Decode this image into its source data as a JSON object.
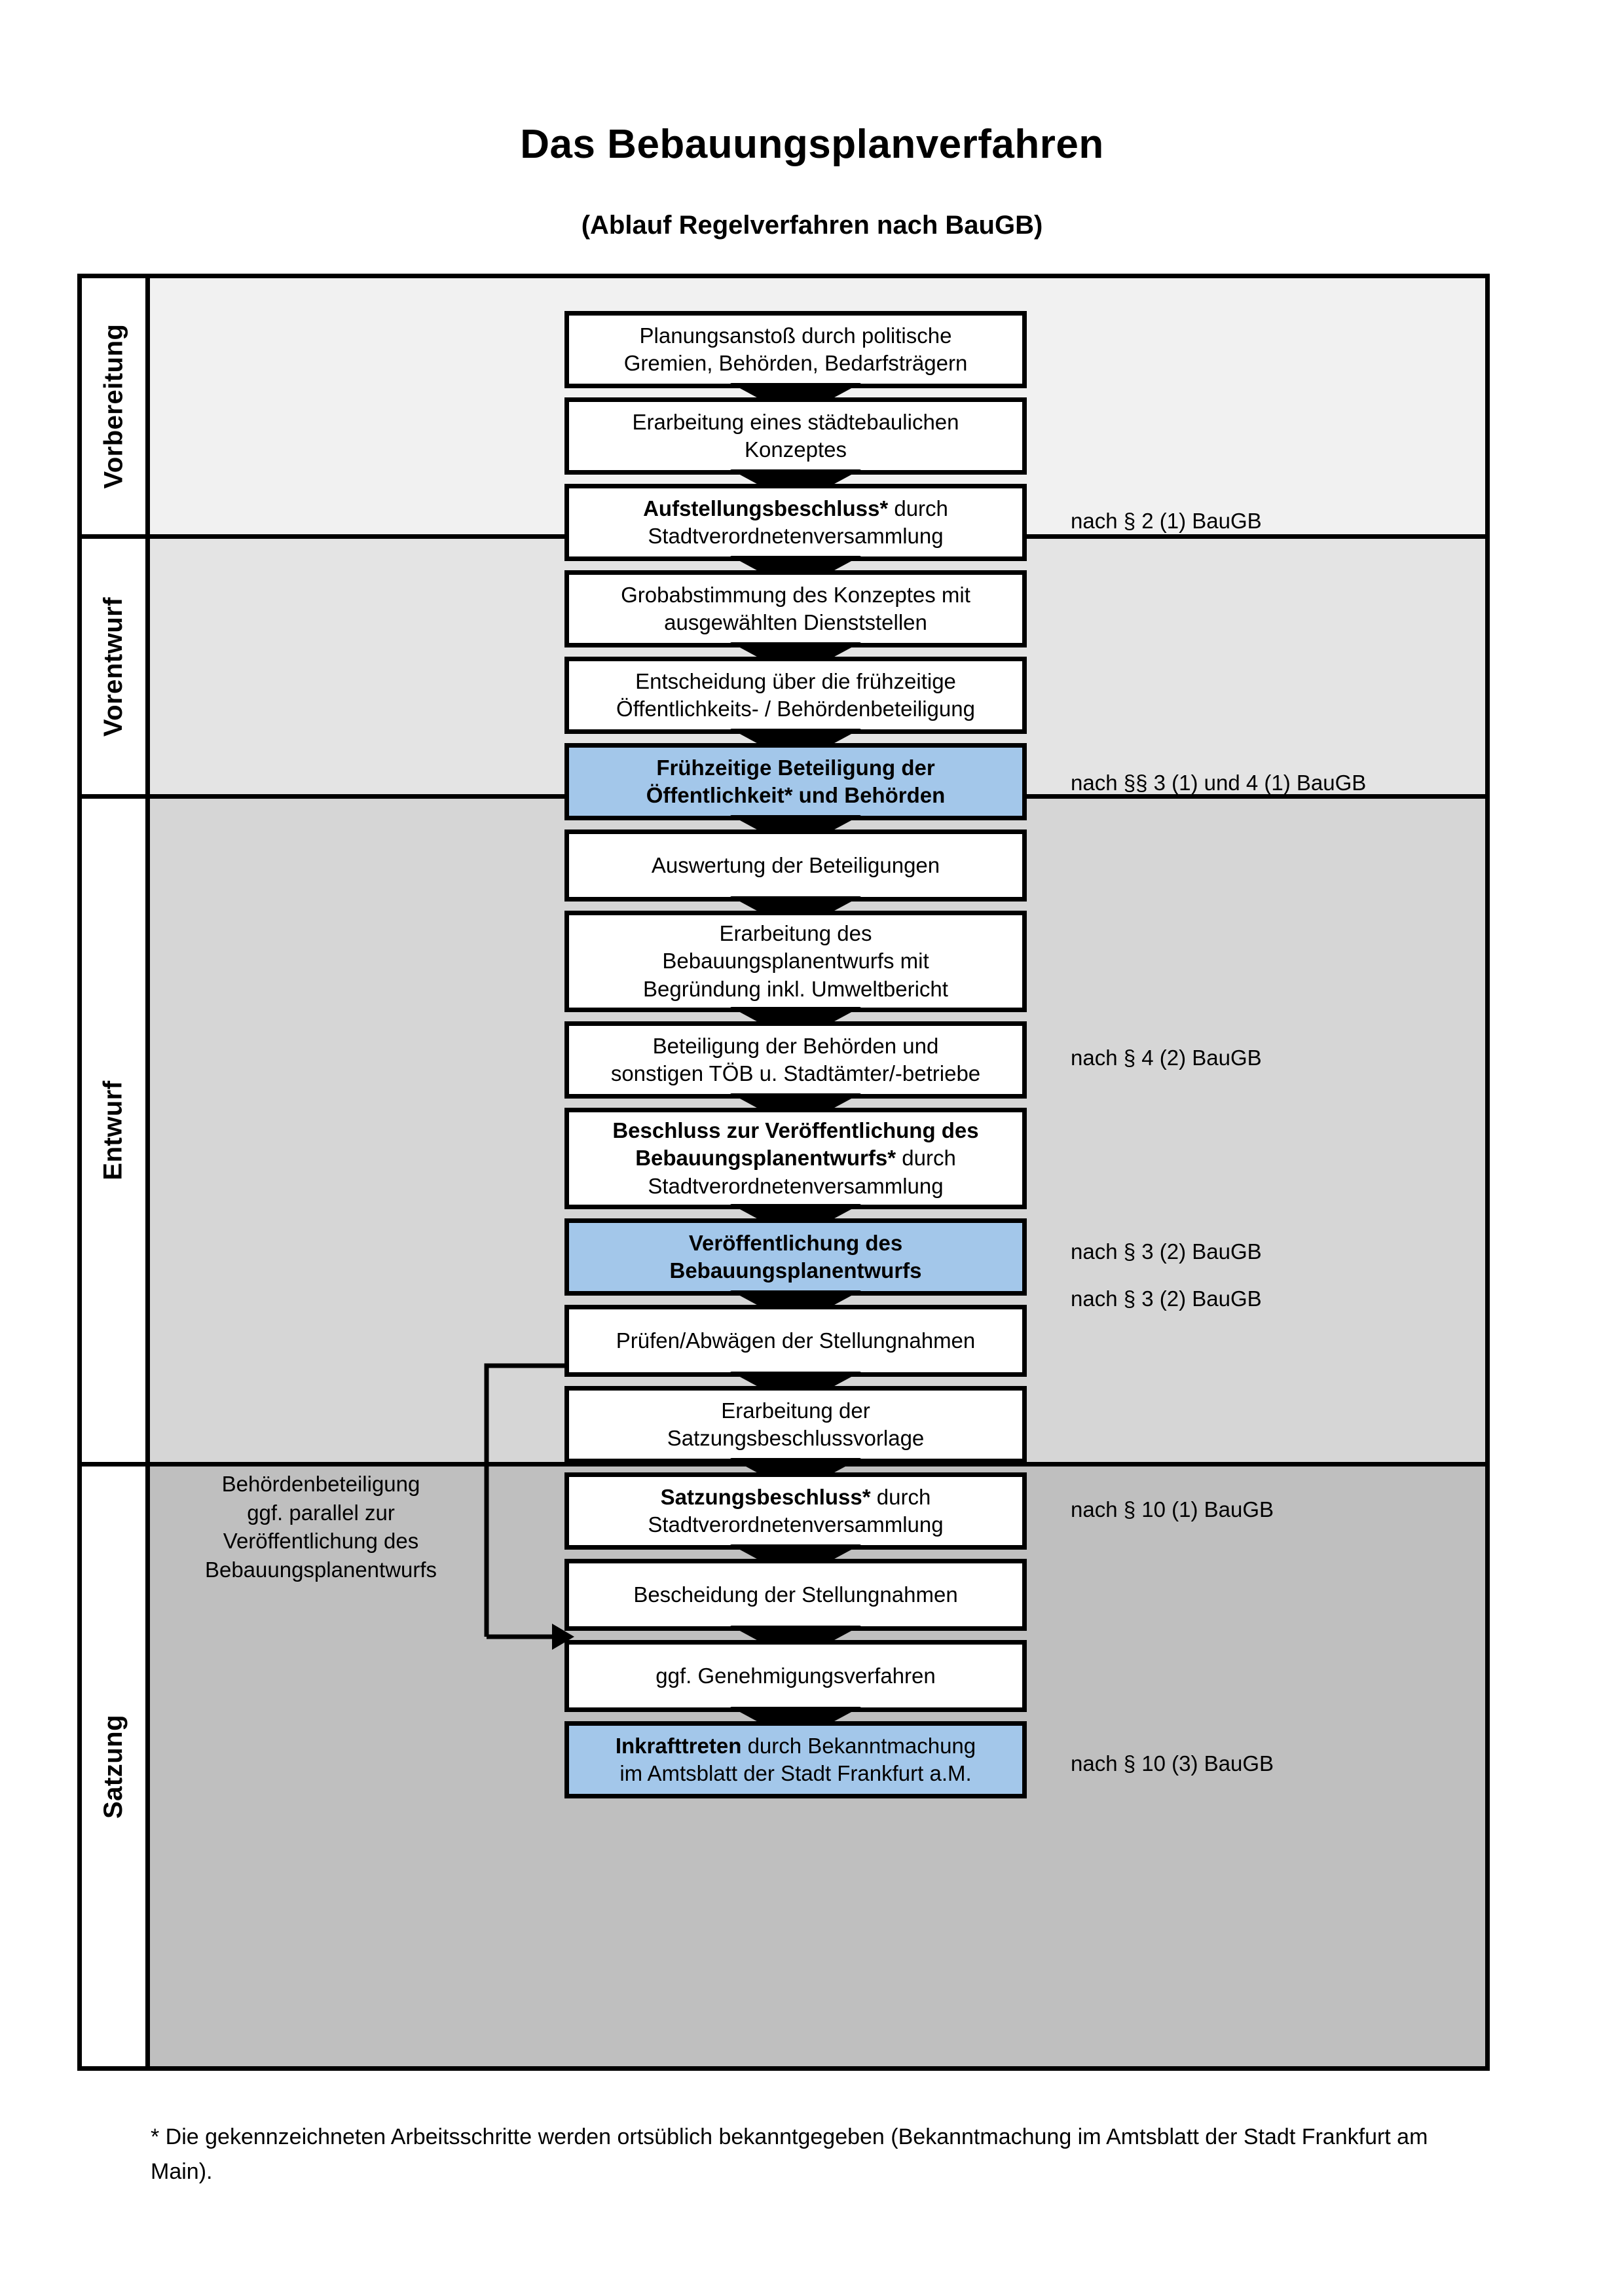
{
  "header": {
    "title": "Das Bebauungsplanverfahren",
    "subtitle": "(Ablauf Regelverfahren nach BauGB)"
  },
  "colors": {
    "highlight_blue": "#A3C7EA",
    "band_vorbereitung": "#F1F1F1",
    "band_vorentwurf": "#E4E4E4",
    "band_entwurf": "#D6D6D6",
    "band_satzung": "#BFBFBF",
    "border": "#000000"
  },
  "bands": [
    {
      "label": "Vorbereitung"
    },
    {
      "label": "Vorentwurf"
    },
    {
      "label": "Entwurf"
    },
    {
      "label": "Satzung"
    }
  ],
  "steps": [
    {
      "id": "planungsanstoss",
      "line1": "Planungsanstoß durch politische",
      "line2": "Gremien, Behörden, Bedarfsträgern",
      "bold": "",
      "rest": "",
      "highlight": false
    },
    {
      "id": "staedtebauliches-konzept",
      "line1": "Erarbeitung eines städtebaulichen",
      "line2": "Konzeptes",
      "bold": "",
      "rest": "",
      "highlight": false
    },
    {
      "id": "aufstellungsbeschluss",
      "line1": "",
      "line2": "Stadtverordnetenversammlung",
      "bold": "Aufstellungsbeschluss*",
      "rest": " durch",
      "highlight": false
    },
    {
      "id": "grobabstimmung",
      "line1": "Grobabstimmung des Konzeptes mit",
      "line2": "ausgewählten Dienststellen",
      "bold": "",
      "rest": "",
      "highlight": false
    },
    {
      "id": "entscheidung-fruehzeitige",
      "line1": "Entscheidung über die frühzeitige",
      "line2": "Öffentlichkeits- / Behördenbeteiligung",
      "bold": "",
      "rest": "",
      "highlight": false
    },
    {
      "id": "fruehzeitige-beteiligung",
      "line1": "Frühzeitige Beteiligung der",
      "line2": "Öffentlichkeit* und Behörden",
      "bold": "",
      "rest": "",
      "highlight": true
    },
    {
      "id": "auswertung-beteiligungen",
      "line1": "Auswertung der Beteiligungen",
      "line2": "",
      "bold": "",
      "rest": "",
      "highlight": false
    },
    {
      "id": "erarbeitung-bplan-entwurf",
      "line1": "Erarbeitung des",
      "line2": "Bebauungsplanentwurfs mit",
      "line3": "Begründung inkl. Umweltbericht",
      "bold": "",
      "rest": "",
      "highlight": false
    },
    {
      "id": "beteiligung-behoerden-toeb",
      "line1": "Beteiligung der Behörden und",
      "line2": "sonstigen TÖB u. Stadtämter/-betriebe",
      "bold": "",
      "rest": "",
      "highlight": false
    },
    {
      "id": "beschluss-veroeffentlichung",
      "line1": "",
      "line2": "Stadtverordnetenversammlung",
      "bold": "Beschluss zur Veröffentlichung des Bebauungsplanentwurfs*",
      "rest": " durch",
      "highlight": false
    },
    {
      "id": "veroeffentlichung-bplan-entwurf",
      "line1": "Veröffentlichung des",
      "line2": "Bebauungsplanentwurfs",
      "bold": "",
      "rest": "",
      "highlight": true
    },
    {
      "id": "pruefen-abwaegen",
      "line1": "Prüfen/Abwägen der Stellungnahmen",
      "line2": "",
      "bold": "",
      "rest": "",
      "highlight": false
    },
    {
      "id": "erarbeitung-satzungsvorlage",
      "line1": "Erarbeitung der",
      "line2": "Satzungsbeschlussvorlage",
      "bold": "",
      "rest": "",
      "highlight": false
    },
    {
      "id": "satzungsbeschluss",
      "line1": "",
      "line2": "Stadtverordnetenversammlung",
      "bold": "Satzungsbeschluss*",
      "rest": " durch",
      "highlight": false
    },
    {
      "id": "bescheidung-stellungnahmen",
      "line1": "Bescheidung der Stellungnahmen",
      "line2": "",
      "bold": "",
      "rest": "",
      "highlight": false
    },
    {
      "id": "genehmigungsverfahren",
      "line1": "ggf. Genehmigungsverfahren",
      "line2": "",
      "bold": "",
      "rest": "",
      "highlight": false
    },
    {
      "id": "inkrafttreten",
      "line1": "",
      "line2": "im Amtsblatt der Stadt Frankfurt a.M.",
      "bold": "Inkrafttreten",
      "rest": " durch Bekanntmachung",
      "highlight": true
    }
  ],
  "legal_refs": [
    {
      "id": "ref-par2-1",
      "text": "nach § 2 (1) BauGB"
    },
    {
      "id": "ref-par3-1-4-1",
      "text": "nach §§ 3 (1) und 4 (1) BauGB"
    },
    {
      "id": "ref-par4-2",
      "text": "nach § 4 (2) BauGB"
    },
    {
      "id": "ref-par3-2-a",
      "text": "nach § 3 (2) BauGB"
    },
    {
      "id": "ref-par3-2-b",
      "text": "nach § 3 (2) BauGB"
    },
    {
      "id": "ref-par10-1",
      "text": "nach § 10 (1) BauGB"
    },
    {
      "id": "ref-par10-3",
      "text": "nach § 10 (3) BauGB"
    }
  ],
  "side_note": {
    "l1": "Behördenbeteiligung",
    "l2": "ggf. parallel zur",
    "l3": "Veröffentlichung des",
    "l4": "Bebauungsplanentwurfs"
  },
  "footnote": {
    "text": "* Die gekennzeichneten Arbeitsschritte werden ortsüblich bekanntgegeben (Bekanntmachung im Amtsblatt  der Stadt Frankfurt am Main)."
  }
}
